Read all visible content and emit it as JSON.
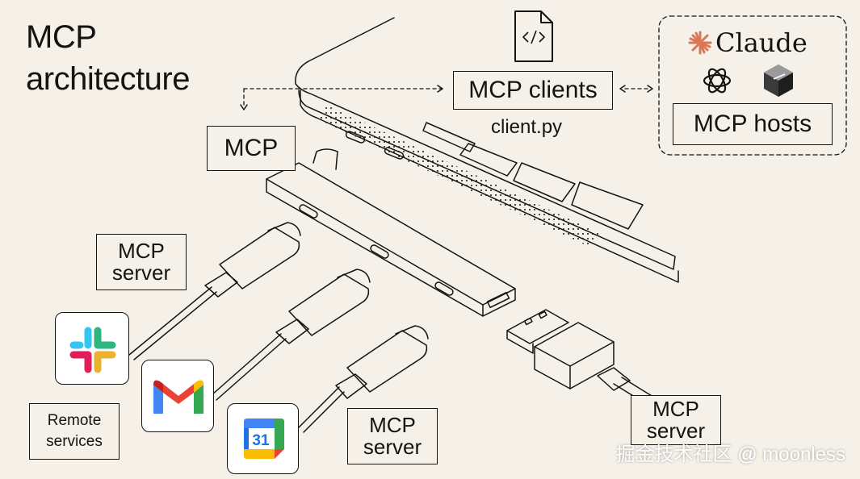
{
  "title": "MCP\narchitecture",
  "labels": {
    "mcp": "MCP",
    "mcp_clients": "MCP clients",
    "client_file": "client.py",
    "mcp_hosts": "MCP hosts",
    "mcp_server": "MCP\nserver",
    "remote_services": "Remote\nservices"
  },
  "brand": {
    "claude": "Claude"
  },
  "services": [
    {
      "name": "slack-icon"
    },
    {
      "name": "gmail-icon"
    },
    {
      "name": "google-calendar-icon",
      "day": "31"
    }
  ],
  "watermark": "掘金技术社区 @ moonless",
  "colors": {
    "background": "#f5f0e8",
    "ink": "#141413",
    "claude_orange": "#d97757",
    "gmail_red": "#ea4335",
    "gmail_blue": "#4285f4",
    "gmail_green": "#34a853",
    "gmail_yellow": "#fbbc04",
    "calendar_blue": "#1a73e8"
  }
}
